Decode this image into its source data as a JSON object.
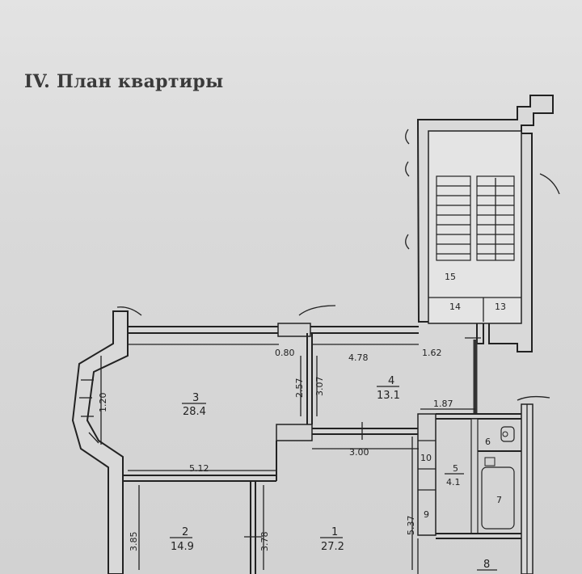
{
  "title": "IV. План квартиры",
  "rooms": {
    "r1": {
      "num": "1",
      "area": "27.2"
    },
    "r2": {
      "num": "2",
      "area": "14.9"
    },
    "r3": {
      "num": "3",
      "area": "28.4"
    },
    "r4": {
      "num": "4",
      "area": "13.1"
    },
    "r5": {
      "num": "5",
      "area": "4.1"
    },
    "r6": {
      "num": "6"
    },
    "r7": {
      "num": "7"
    },
    "r8": {
      "num": "8"
    },
    "r9": {
      "num": "9"
    },
    "r10": {
      "num": "10"
    },
    "r13": {
      "num": "13"
    },
    "r14": {
      "num": "14"
    },
    "r15": {
      "num": "15"
    }
  },
  "dimensions": {
    "d080": "0.80",
    "d478": "4.78",
    "d162": "1.62",
    "d120": "1.20",
    "d257": "2.57",
    "d307": "3.07",
    "d187": "1.87",
    "d300": "3.00",
    "d512": "5.12",
    "d385": "3.85",
    "d378": "3.78",
    "d537": "5.37"
  }
}
